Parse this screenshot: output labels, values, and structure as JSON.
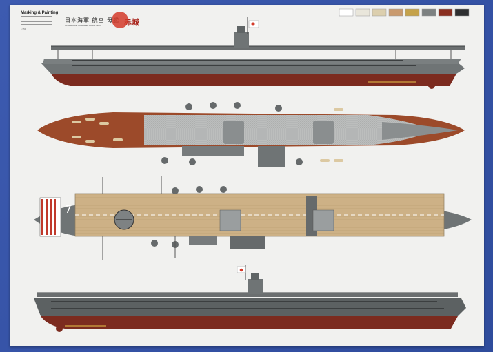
{
  "scene": {
    "poster_title": "Marking & Painting",
    "japanese_title": "日本海軍 航空 母艦",
    "ship_name": "赤城",
    "subtitle": "IJN AIRCRAFT CARRIER AKAGI 1941",
    "deck_number": "7",
    "scale_note": "1:350",
    "colors": {
      "background": "#3451a4",
      "poster": "#f1f1ef",
      "hull_gray": "#6f7475",
      "hull_red": "#7c2b1f",
      "deck_wood": "#c9ad83",
      "deck_plan_red": "#9c4a2a",
      "light_gray": "#b5b7b6",
      "dark_gray": "#4f5455"
    }
  },
  "swatches": [
    {
      "color": "#ffffff"
    },
    {
      "color": "#e9e6db"
    },
    {
      "color": "#dccfae"
    },
    {
      "color": "#c99a6e"
    },
    {
      "color": "#c5a24a"
    },
    {
      "color": "#7d8181"
    },
    {
      "color": "#8a2f20"
    },
    {
      "color": "#2e2f30"
    }
  ]
}
